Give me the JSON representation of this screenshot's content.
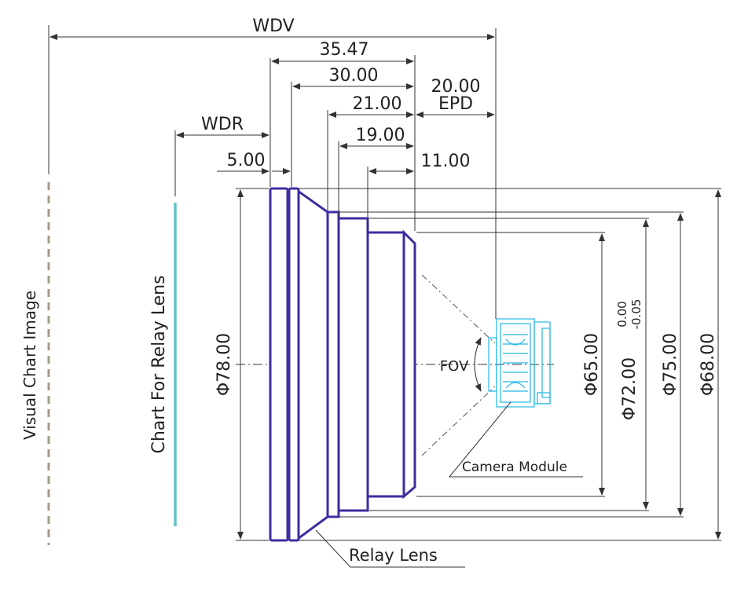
{
  "labels": {
    "visual_chart_image": "Visual Chart Image",
    "chart_for_relay_lens": "Chart For Relay Lens",
    "relay_lens": "Relay Lens",
    "camera_module": "Camera Module",
    "fov": "FOV",
    "epd": "EPD",
    "wdr": "WDR",
    "wdv": "WDV"
  },
  "dimensions": {
    "d_35_47": "35.47",
    "d_30_00": "30.00",
    "d_20_00": "20.00",
    "d_21_00": "21.00",
    "d_19_00": "19.00",
    "d_11_00": "11.00",
    "d_5_00": "5.00",
    "phi_78": "Φ78.00",
    "phi_65": "Φ65.00",
    "phi_72": "Φ72.00",
    "tol_upper": "0.00",
    "tol_lower": "-0.05",
    "phi_75": "Φ75.00",
    "phi_68": "Φ68.00"
  },
  "colors": {
    "lens_outline": "#3c2ea0",
    "chart_line": "#63c3c8",
    "visual_chart_line": "#a89a84",
    "camera_module": "#22b7e6",
    "dimension_line": "#333333"
  }
}
